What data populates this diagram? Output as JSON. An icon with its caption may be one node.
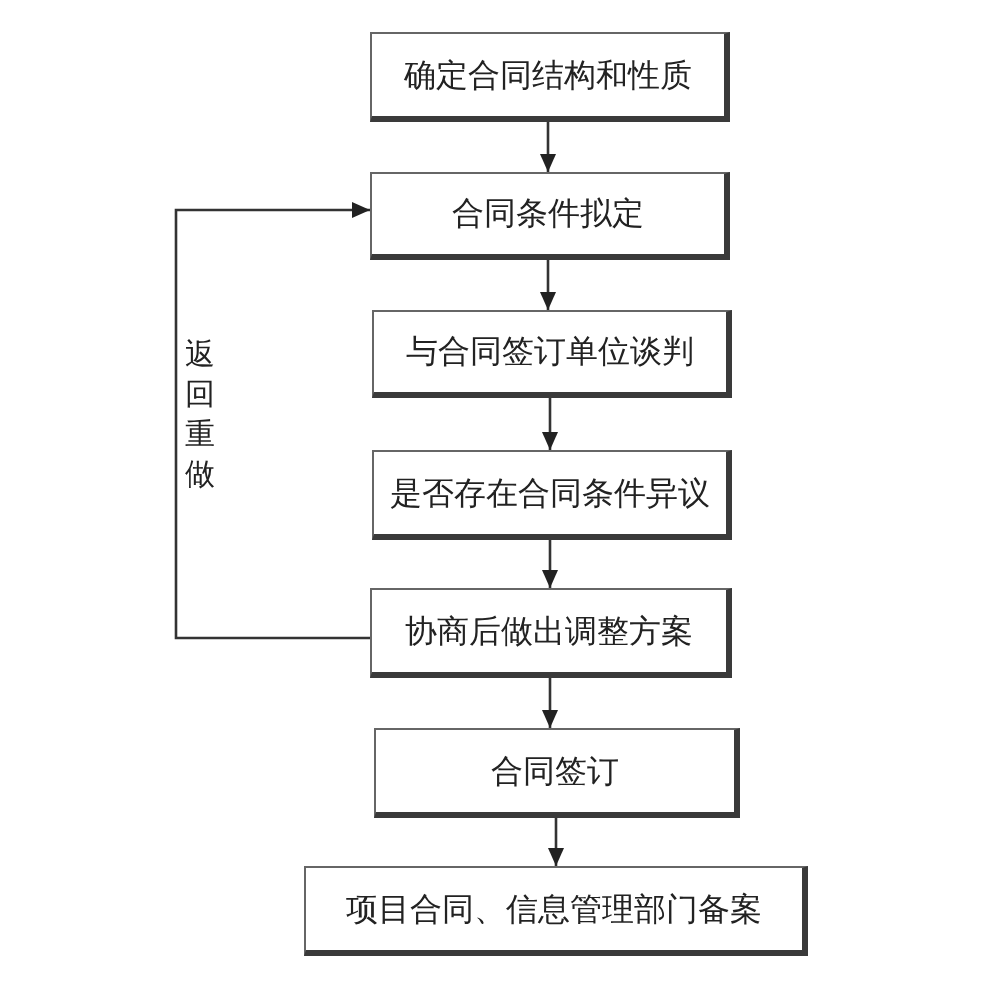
{
  "diagram": {
    "nodes": [
      {
        "text": [
          "确定合同结构和性质"
        ]
      },
      {
        "text": [
          "合同条件拟定"
        ]
      },
      {
        "text": [
          "与合同签订单位谈判"
        ]
      },
      {
        "text": [
          "是否存在合同条件异议"
        ]
      },
      {
        "text": [
          "协商后做出调整方案"
        ]
      },
      {
        "text": [
          "合同签订"
        ]
      },
      {
        "text": [
          "项目合同、信息管理部门备案"
        ]
      }
    ],
    "edges": [
      {
        "from": 0,
        "to": 1,
        "arrow": "to"
      },
      {
        "from": 1,
        "to": 2,
        "arrow": "to"
      },
      {
        "from": 2,
        "to": 3,
        "arrow": "to"
      },
      {
        "from": 3,
        "to": 4,
        "arrow": "to"
      },
      {
        "from": 4,
        "to": 5,
        "arrow": "to"
      },
      {
        "from": 5,
        "to": 6,
        "arrow": "to"
      },
      {
        "from": 4,
        "to": 1,
        "arrow": "to",
        "label": "返回重做"
      }
    ]
  }
}
